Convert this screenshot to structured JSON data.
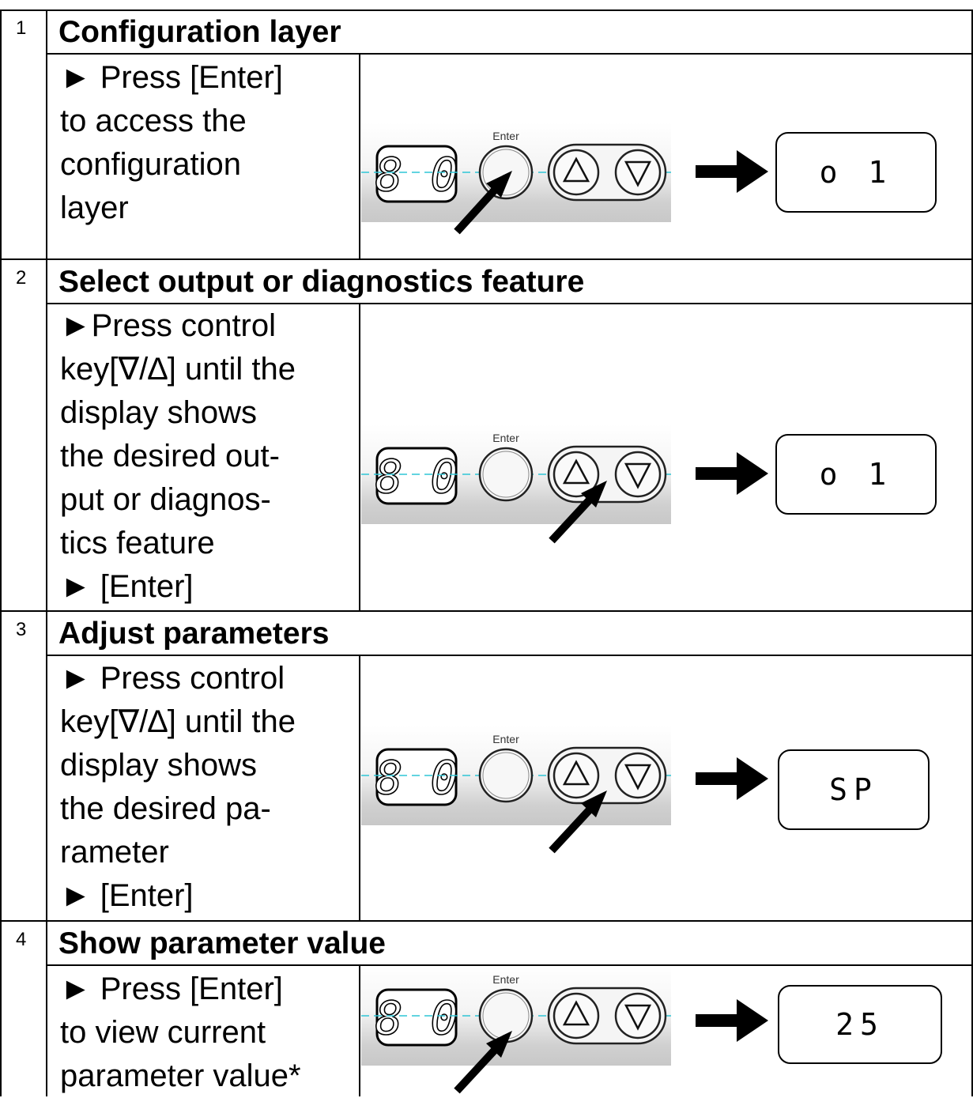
{
  "steps": [
    {
      "number": "1",
      "heading": "Configuration layer",
      "instruction_lines": [
        "► Press [Enter]",
        "to access the",
        "configuration",
        "layer"
      ],
      "pointer": "enter-button",
      "display_text": "o 1"
    },
    {
      "number": "2",
      "heading": "Select output or diagnostics feature",
      "instruction_lines": [
        "►Press control",
        "key[∇/∆] until the",
        "display shows",
        "the desired out-",
        "put or diagnos-",
        "tics feature",
        "► [Enter]"
      ],
      "pointer": "down-button",
      "display_text": "o 1"
    },
    {
      "number": "3",
      "heading": "Adjust parameters",
      "instruction_lines": [
        "► Press control",
        "key[∇/∆] until the",
        "display shows",
        "the desired pa-",
        "rameter",
        "► [Enter]"
      ],
      "pointer": "down-button",
      "display_text": "SP"
    },
    {
      "number": "4",
      "heading": "Show parameter value",
      "instruction_lines": [
        "► Press [Enter]",
        "to view current",
        "parameter value*"
      ],
      "pointer": "enter-button",
      "display_text": "25"
    }
  ],
  "device": {
    "enter_label": "Enter",
    "segment_display_text": "8 0"
  }
}
